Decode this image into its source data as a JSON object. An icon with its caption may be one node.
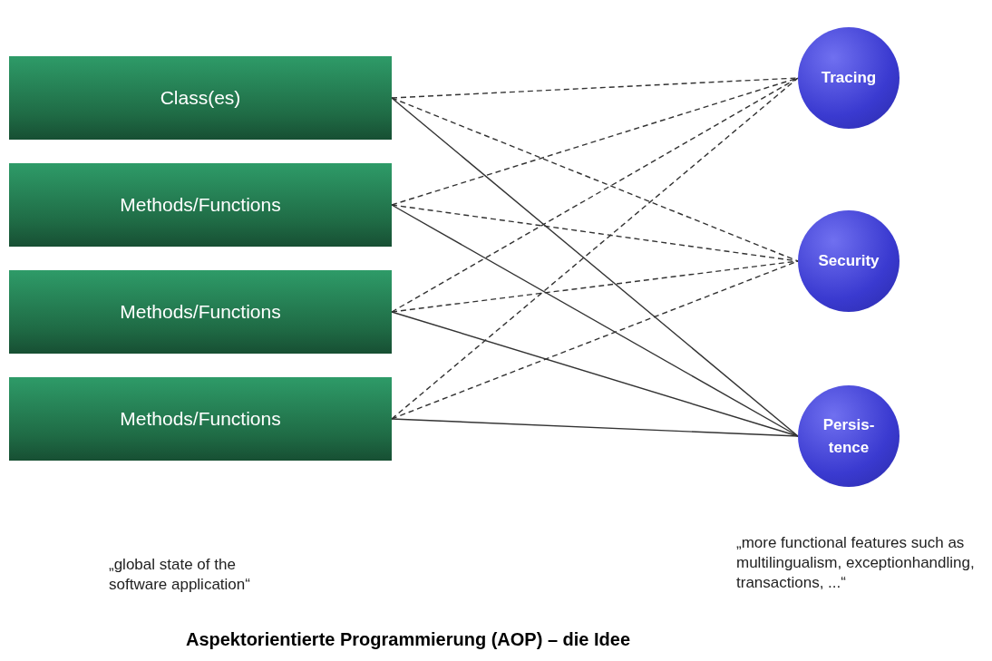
{
  "diagram": {
    "caption": "Aspektorientierte Programmierung (AOP) – die Idee",
    "nodes": [
      {
        "text": [
          "Class(es)"
        ]
      },
      {
        "text": [
          "Methods/Functions"
        ]
      },
      {
        "text": [
          "Methods/Functions"
        ]
      },
      {
        "text": [
          "Methods/Functions"
        ]
      },
      {
        "text": [
          "Tracing"
        ]
      },
      {
        "text": [
          "Security"
        ]
      },
      {
        "text": [
          "Persis- tence"
        ]
      }
    ],
    "edges": [
      {
        "from": 0,
        "to": 4,
        "arrow": "none",
        "style": "dashed"
      },
      {
        "from": 0,
        "to": 5,
        "arrow": "none",
        "style": "dashed"
      },
      {
        "from": 0,
        "to": 6,
        "arrow": "none"
      },
      {
        "from": 1,
        "to": 4,
        "arrow": "none",
        "style": "dashed"
      },
      {
        "from": 1,
        "to": 5,
        "arrow": "none",
        "style": "dashed"
      },
      {
        "from": 1,
        "to": 6,
        "arrow": "none"
      },
      {
        "from": 2,
        "to": 4,
        "arrow": "none",
        "style": "dashed"
      },
      {
        "from": 2,
        "to": 5,
        "arrow": "none",
        "style": "dashed"
      },
      {
        "from": 2,
        "to": 6,
        "arrow": "none"
      },
      {
        "from": 3,
        "to": 4,
        "arrow": "none",
        "style": "dashed"
      },
      {
        "from": 3,
        "to": 5,
        "arrow": "none",
        "style": "dashed"
      },
      {
        "from": 3,
        "to": 6,
        "arrow": "none"
      }
    ],
    "labels": [
      "„global state of the software application“",
      "„more functional features such as multilingualism, exceptionhandling, transactions, ...“"
    ]
  }
}
